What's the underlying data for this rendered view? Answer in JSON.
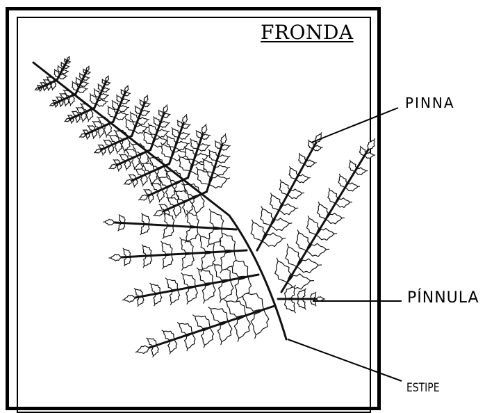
{
  "title": "FRONDA",
  "labels": {
    "pinna": "PINNA",
    "pinnula": "PÍNNULA",
    "estipe": "ESTIPE"
  }
}
